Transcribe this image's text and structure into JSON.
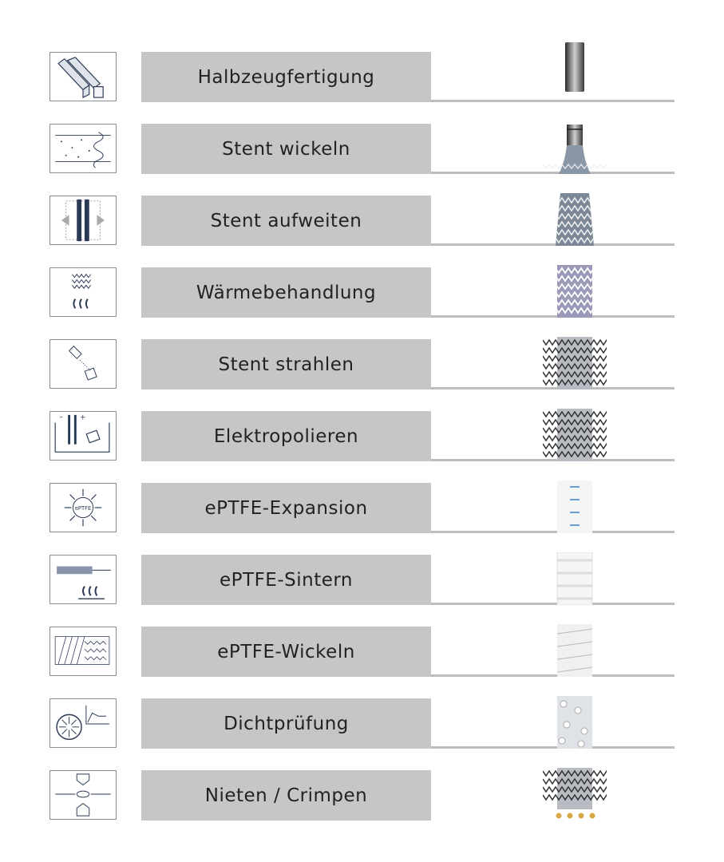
{
  "steps": [
    {
      "label": "Halbzeugfertigung",
      "icon": "bars-icon"
    },
    {
      "label": "Stent wickeln",
      "icon": "winding-icon"
    },
    {
      "label": "Stent aufweiten",
      "icon": "expand-icon"
    },
    {
      "label": "Wärmebehandlung",
      "icon": "heat-icon"
    },
    {
      "label": "Stent strahlen",
      "icon": "blasting-icon"
    },
    {
      "label": "Elektropolieren",
      "icon": "electropolish-icon"
    },
    {
      "label": "ePTFE-Expansion",
      "icon": "eptfe-expansion-icon",
      "icon_text": "ePTFE"
    },
    {
      "label": "ePTFE-Sintern",
      "icon": "sinter-icon"
    },
    {
      "label": "ePTFE-Wickeln",
      "icon": "eptfe-wrap-icon"
    },
    {
      "label": "Dichtprüfung",
      "icon": "leak-test-icon"
    },
    {
      "label": "Nieten / Crimpen",
      "icon": "crimp-icon"
    }
  ],
  "colors": {
    "label_bg": "#c6c6c6",
    "rule": "#bdbdbd",
    "icon_stroke": "#2a3a55",
    "marker_blue": "#6a9fd8",
    "marker_gold": "#d8a84a"
  }
}
